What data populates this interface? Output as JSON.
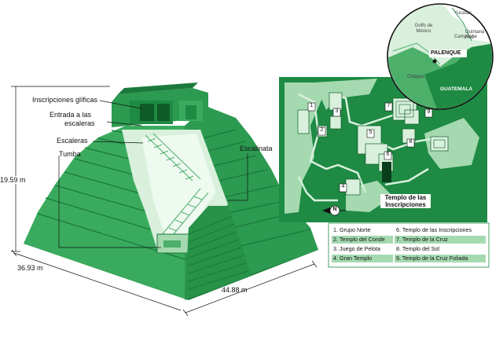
{
  "pyramid": {
    "labels": {
      "inscriptions": "Inscripciones glíficas",
      "entrance_line1": "Entrada a las",
      "entrance_line2": "escaleras",
      "stairs": "Escaleras",
      "tomb": "Tumba",
      "staircase": "Escalinata"
    },
    "dimensions": {
      "height": "19.59 m",
      "depth": "36.93 m",
      "width": "44.88 m"
    }
  },
  "site_map": {
    "highlight_line1": "Templo de las",
    "highlight_line2": "Inscripciones",
    "numbers": [
      "1",
      "2",
      "3",
      "4",
      "5",
      "6",
      "7",
      "8",
      "9"
    ],
    "compass": "N"
  },
  "legend": [
    {
      "text": "1. Grupo Norte",
      "highlight": false
    },
    {
      "text": "6. Templo de las Inscripciones",
      "highlight": false
    },
    {
      "text": "2. Templo del Conde",
      "highlight": true
    },
    {
      "text": "7. Templo de la Cruz",
      "highlight": true
    },
    {
      "text": "3. Juego de Pelota",
      "highlight": false
    },
    {
      "text": "8. Templo del Sol",
      "highlight": false
    },
    {
      "text": "4. Gran Templo",
      "highlight": true
    },
    {
      "text": "9. Templo de la Cruz Foliada",
      "highlight": true
    }
  ],
  "inset": {
    "palenque": "PALENQUE",
    "guatemala": "GUATEMALA",
    "gulf": "Golfo de México",
    "campeche": "Campeche",
    "yucatan": "Yucatán",
    "quintana": "Quintana Roo",
    "chiapas": "Chiapas"
  },
  "colors": {
    "dark_green": "#1e8a43",
    "mid_green": "#4cb06a",
    "light_green": "#a5d9b0",
    "pale_green": "#d8f0dc"
  }
}
